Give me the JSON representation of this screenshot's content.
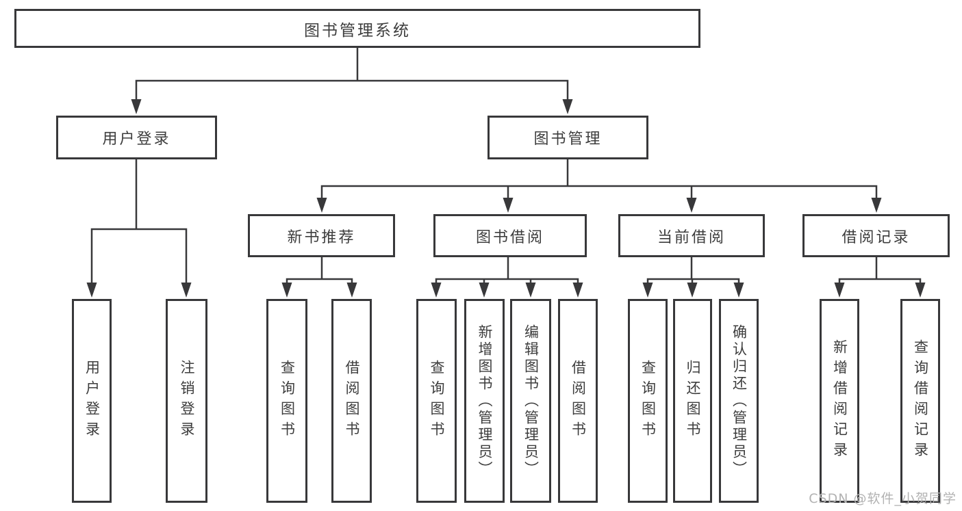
{
  "diagram": {
    "type": "hierarchy-tree",
    "watermark": "CSDN @软件_小贺同学",
    "colors": {
      "background": "#ffffff",
      "line": "#38383a",
      "text": "#3d3d3d",
      "watermark": "#b2b2b2"
    },
    "nodes": {
      "root": {
        "label": "图书管理系统"
      },
      "user_login": {
        "label": "用户登录"
      },
      "book_mgmt": {
        "label": "图书管理"
      },
      "new_book_rec": {
        "label": "新书推荐"
      },
      "book_borrow": {
        "label": "图书借阅"
      },
      "current_borrow": {
        "label": "当前借阅"
      },
      "borrow_record": {
        "label": "借阅记录"
      },
      "leaf_user_login": {
        "label": "用户登录"
      },
      "leaf_logout": {
        "label": "注销登录"
      },
      "leaf_query_book_a": {
        "label": "查询图书"
      },
      "leaf_borrow_book_a": {
        "label": "借阅图书"
      },
      "leaf_query_book_b": {
        "label": "查询图书"
      },
      "leaf_add_book": {
        "label": "新增图书（管理员）"
      },
      "leaf_edit_book": {
        "label": "编辑图书（管理员）"
      },
      "leaf_borrow_book_b": {
        "label": "借阅图书"
      },
      "leaf_query_book_c": {
        "label": "查询图书"
      },
      "leaf_return_book": {
        "label": "归还图书"
      },
      "leaf_confirm_return": {
        "label": "确认归还（管理员）"
      },
      "leaf_add_record": {
        "label": "新增借阅记录"
      },
      "leaf_query_record": {
        "label": "查询借阅记录"
      }
    },
    "hierarchy": {
      "图书管理系统": {
        "用户登录": [
          "用户登录",
          "注销登录"
        ],
        "图书管理": {
          "新书推荐": [
            "查询图书",
            "借阅图书"
          ],
          "图书借阅": [
            "查询图书",
            "新增图书（管理员）",
            "编辑图书（管理员）",
            "借阅图书"
          ],
          "当前借阅": [
            "查询图书",
            "归还图书",
            "确认归还（管理员）"
          ],
          "借阅记录": [
            "新增借阅记录",
            "查询借阅记录"
          ]
        }
      }
    }
  }
}
